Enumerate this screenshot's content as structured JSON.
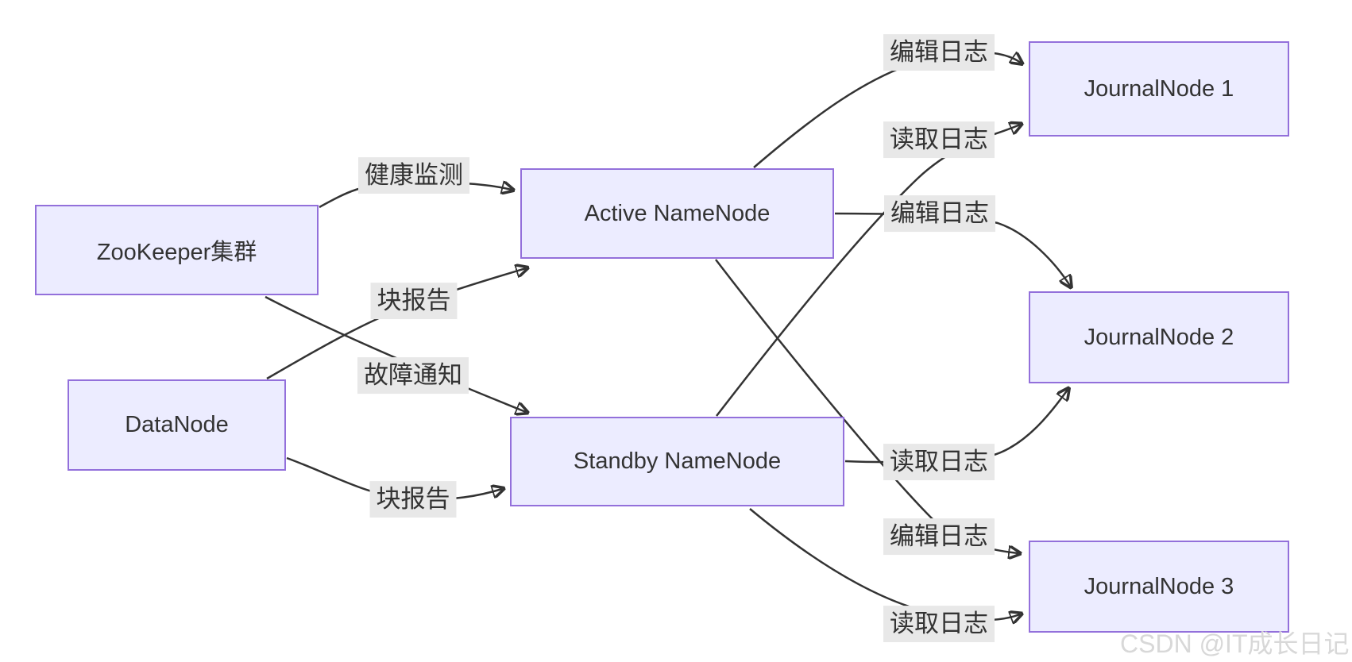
{
  "diagram_type": "flowchart",
  "nodes": {
    "zookeeper": {
      "label": "ZooKeeper集群"
    },
    "datanode": {
      "label": "DataNode"
    },
    "active": {
      "label": "Active NameNode"
    },
    "standby": {
      "label": "Standby NameNode"
    },
    "jn1": {
      "label": "JournalNode 1"
    },
    "jn2": {
      "label": "JournalNode 2"
    },
    "jn3": {
      "label": "JournalNode 3"
    }
  },
  "edges": [
    {
      "from": "ZooKeeper集群",
      "to": "Active NameNode",
      "label": "健康监测"
    },
    {
      "from": "ZooKeeper集群",
      "to": "Standby NameNode",
      "label": "故障通知"
    },
    {
      "from": "DataNode",
      "to": "Active NameNode",
      "label": "块报告"
    },
    {
      "from": "DataNode",
      "to": "Standby NameNode",
      "label": "块报告"
    },
    {
      "from": "Active NameNode",
      "to": "JournalNode 1",
      "label": "编辑日志"
    },
    {
      "from": "Active NameNode",
      "to": "JournalNode 2",
      "label": "编辑日志"
    },
    {
      "from": "Active NameNode",
      "to": "JournalNode 3",
      "label": "编辑日志"
    },
    {
      "from": "Standby NameNode",
      "to": "JournalNode 1",
      "label": "读取日志"
    },
    {
      "from": "Standby NameNode",
      "to": "JournalNode 2",
      "label": "读取日志"
    },
    {
      "from": "Standby NameNode",
      "to": "JournalNode 3",
      "label": "读取日志"
    }
  ],
  "watermark": "CSDN @IT成长日记",
  "colors": {
    "node_fill": "#ECECFF",
    "node_border": "#9370DB",
    "edge_line": "#333333",
    "edge_label_bg": "#e8e8e8",
    "text": "#333333",
    "watermark": "#d8d8d8",
    "background": "#ffffff"
  }
}
